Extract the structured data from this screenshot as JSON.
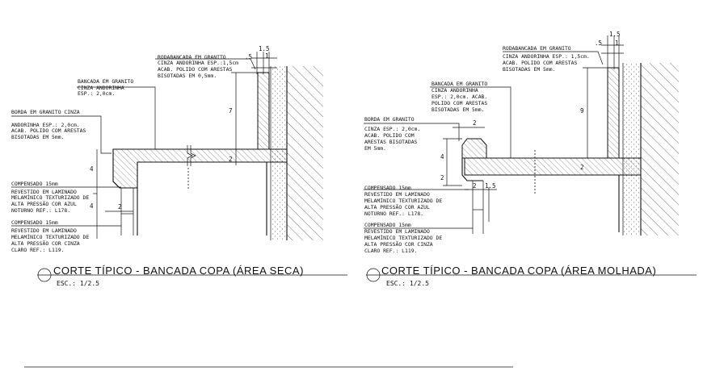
{
  "left": {
    "notes": {
      "rodabancada": [
        "RODABANCADA EM GRANITO",
        "CINZA ANDORINHA ESP.:1,5cm",
        "ACAB. POLIDO COM ARESTAS",
        "BISOTADAS EM 0,5mm."
      ],
      "bancada": [
        "BANCADA EM GRANITO",
        "CINZA ANDORINHA",
        "ESP.: 2,0cm."
      ],
      "borda": [
        "BORDA EM GRANITO CINZA",
        "ANDORINHA ESP.: 2,0cm.",
        "ACAB. POLIDO COM ARESTAS",
        "BISOTADAS EM 5mm."
      ],
      "compensado1": [
        "COMPENSADO 15mm",
        "REVESTIDO EM LAMINADO",
        "MELAMÍNICO TEXTURIZADO DE",
        "ALTA PRESSÃO COR AZUL",
        "NOTURNO   REF.: L178."
      ],
      "compensado2": [
        "COMPENSADO 15mm",
        "REVESTIDO EM LAMINADO",
        "MELAMÍNICO TEXTURIZADO DE",
        "ALTA PRESSÃO COR CINZA",
        "CLARO REF.: L119."
      ]
    },
    "dims": {
      "d15": "1.5",
      "d5": ".5",
      "d1": "1",
      "d7": "7",
      "d2": "2",
      "d4a": "4",
      "d4b": "4",
      "d2b": "2"
    },
    "title": "CORTE TÍPICO - BANCADA COPA (ÁREA SECA)",
    "scale": "ESC.: 1/2.5"
  },
  "right": {
    "notes": {
      "rodabancada": [
        "RODABANCADA EM GRANITO",
        "CINZA ANDORINHA ESP.: 1,5cm.",
        "ACAB. POLIDO COM ARESTAS",
        "BISOTADAS EM 5mm."
      ],
      "bancada": [
        "BANCADA EM GRANITO",
        "CINZA ANDORINHA",
        "ESP.: 2,0cm. ACAB.",
        "POLIDO COM ARESTAS",
        "BISOTADAS EM 5mm."
      ],
      "borda": [
        "BORDA EM GRANITO",
        "CINZA ESP.: 2,0cm.",
        "ACAB. POLIDO COM",
        "ARESTAS BISOTADAS",
        "EM 5mm."
      ],
      "compensado1": [
        "COMPENSADO 15mm",
        "REVESTIDO EM LAMINADO",
        "MELAMÍNICO TEXTURIZADO DE",
        "ALTA PRESSÃO COR AZUL",
        "NOTURNO   REF.: L178."
      ],
      "compensado2": [
        "COMPENSADO 15mm",
        "REVESTIDO EM LAMINADO",
        "MELAMÍNICO TEXTURIZADO DE",
        "ALTA PRESSÃO COR CINZA",
        "CLARO REF.: L119."
      ]
    },
    "dims": {
      "d15": "1.5",
      "d5": ".5",
      "d1": "1",
      "d9": "9",
      "d2": "2",
      "d4": "4",
      "d2b": "2",
      "d2c": "2",
      "d15b": "1.5",
      "d2top": "2"
    },
    "title": "CORTE TÍPICO - BANCADA COPA (ÁREA MOLHADA)",
    "scale": "ESC.: 1/2.5"
  }
}
